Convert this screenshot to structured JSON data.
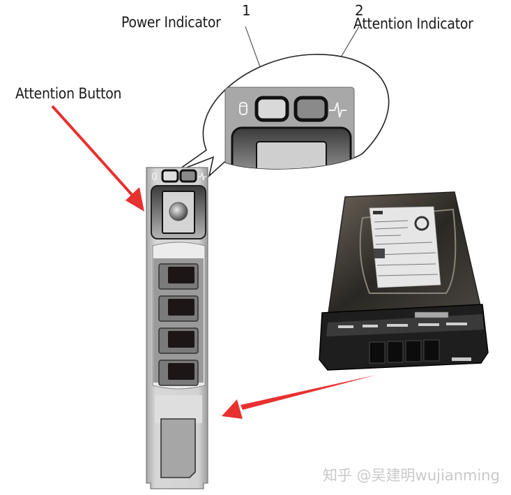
{
  "labels": {
    "power_indicator": "Power Indicator",
    "power_indicator_number": "1",
    "attention_indicator": "Attention Indicator",
    "attention_indicator_number": "2",
    "attention_button": "Attention Button"
  },
  "watermark": "知乎 @吴建明wujianming",
  "colors": {
    "arrow": "#e8302f",
    "tray_body": "#c8c8c8",
    "tray_dark": "#1c1616",
    "drive_carrier": "#1e1e1e",
    "drive_label": "#e6e6e6"
  },
  "icons": {
    "power": "drive-cylinder-icon",
    "attention": "heartbeat-icon"
  }
}
